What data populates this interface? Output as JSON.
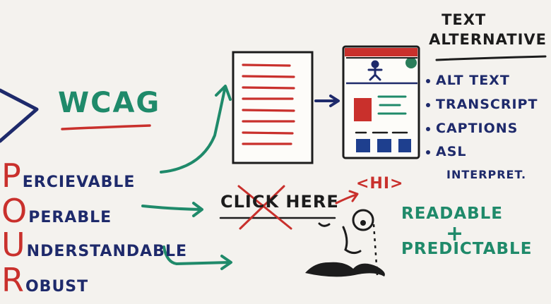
{
  "colors": {
    "background": "#f4f2ee",
    "teal": "#1f8a6a",
    "red": "#c9302c",
    "navy": "#1e2a6b",
    "black": "#1c1c1c"
  },
  "wcag": {
    "title": "WCAG"
  },
  "pour": [
    {
      "letter": "P",
      "rest": "ERCIEVABLE"
    },
    {
      "letter": "O",
      "rest": "PERABLE"
    },
    {
      "letter": "U",
      "rest": "NDERSTANDABLE"
    },
    {
      "letter": "R",
      "rest": "OBUST"
    }
  ],
  "text_alternative": {
    "heading_line1": "TEXT",
    "heading_line2": "ALTERNATIVE",
    "items": [
      "ALT TEXT",
      "TRANSCRIPT",
      "CAPTIONS",
      "ASL"
    ],
    "continuation": "INTERPRET."
  },
  "operable": {
    "link_text": "CLICK HERE",
    "tag": "<HI>"
  },
  "understandable": {
    "line1": "READABLE",
    "plus": "+",
    "line2": "PREDICTABLE"
  }
}
